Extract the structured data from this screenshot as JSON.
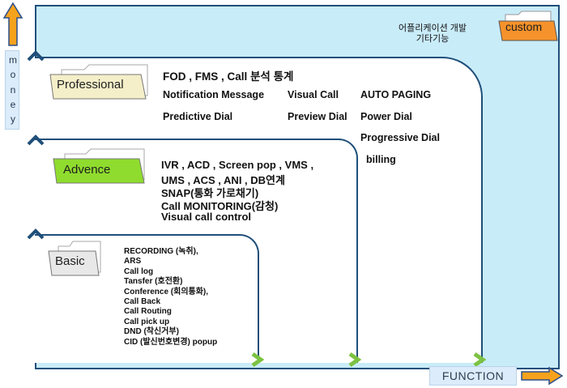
{
  "axes": {
    "money_label": "money",
    "function_label": "FUNCTION"
  },
  "colors": {
    "outer_bg": "#c9ecf9",
    "border": "#1f4f7a",
    "arrow_orange": "#f6a21d",
    "chevron_green": "#7cc242",
    "custom_tab": "#f6922b",
    "advence_tab": "#8fdc2e"
  },
  "custom": {
    "tab_label": "custom",
    "text_line1": "어플리케이션 개발",
    "text_line2": "기타기능"
  },
  "professional": {
    "tab_label": "Professional",
    "line1": "FOD , FMS , Call 분석 통계",
    "col1": [
      "Notification Message",
      "Predictive Dial"
    ],
    "col2": [
      "Visual Call",
      "Preview Dial"
    ],
    "col3": [
      "AUTO PAGING",
      "Power Dial",
      "Progressive Dial",
      "billing"
    ]
  },
  "advence": {
    "tab_label": "Advence",
    "lines": [
      "IVR , ACD , Screen pop , VMS ,",
      "UMS , ACS , ANI , DB연계",
      "SNAP(통화 가로채기)",
      "Call MONITORING(감청)",
      "Visual call control"
    ]
  },
  "basic": {
    "tab_label": "Basic",
    "lines": [
      "RECORDING (녹취),",
      "ARS",
      "Call log",
      "Tansfer (호전환)",
      "Conference (회의통화),",
      "Call Back",
      "Call Routing",
      "Call pick up",
      "DND (착신거부)",
      "CID (발신번호변경) popup"
    ]
  }
}
